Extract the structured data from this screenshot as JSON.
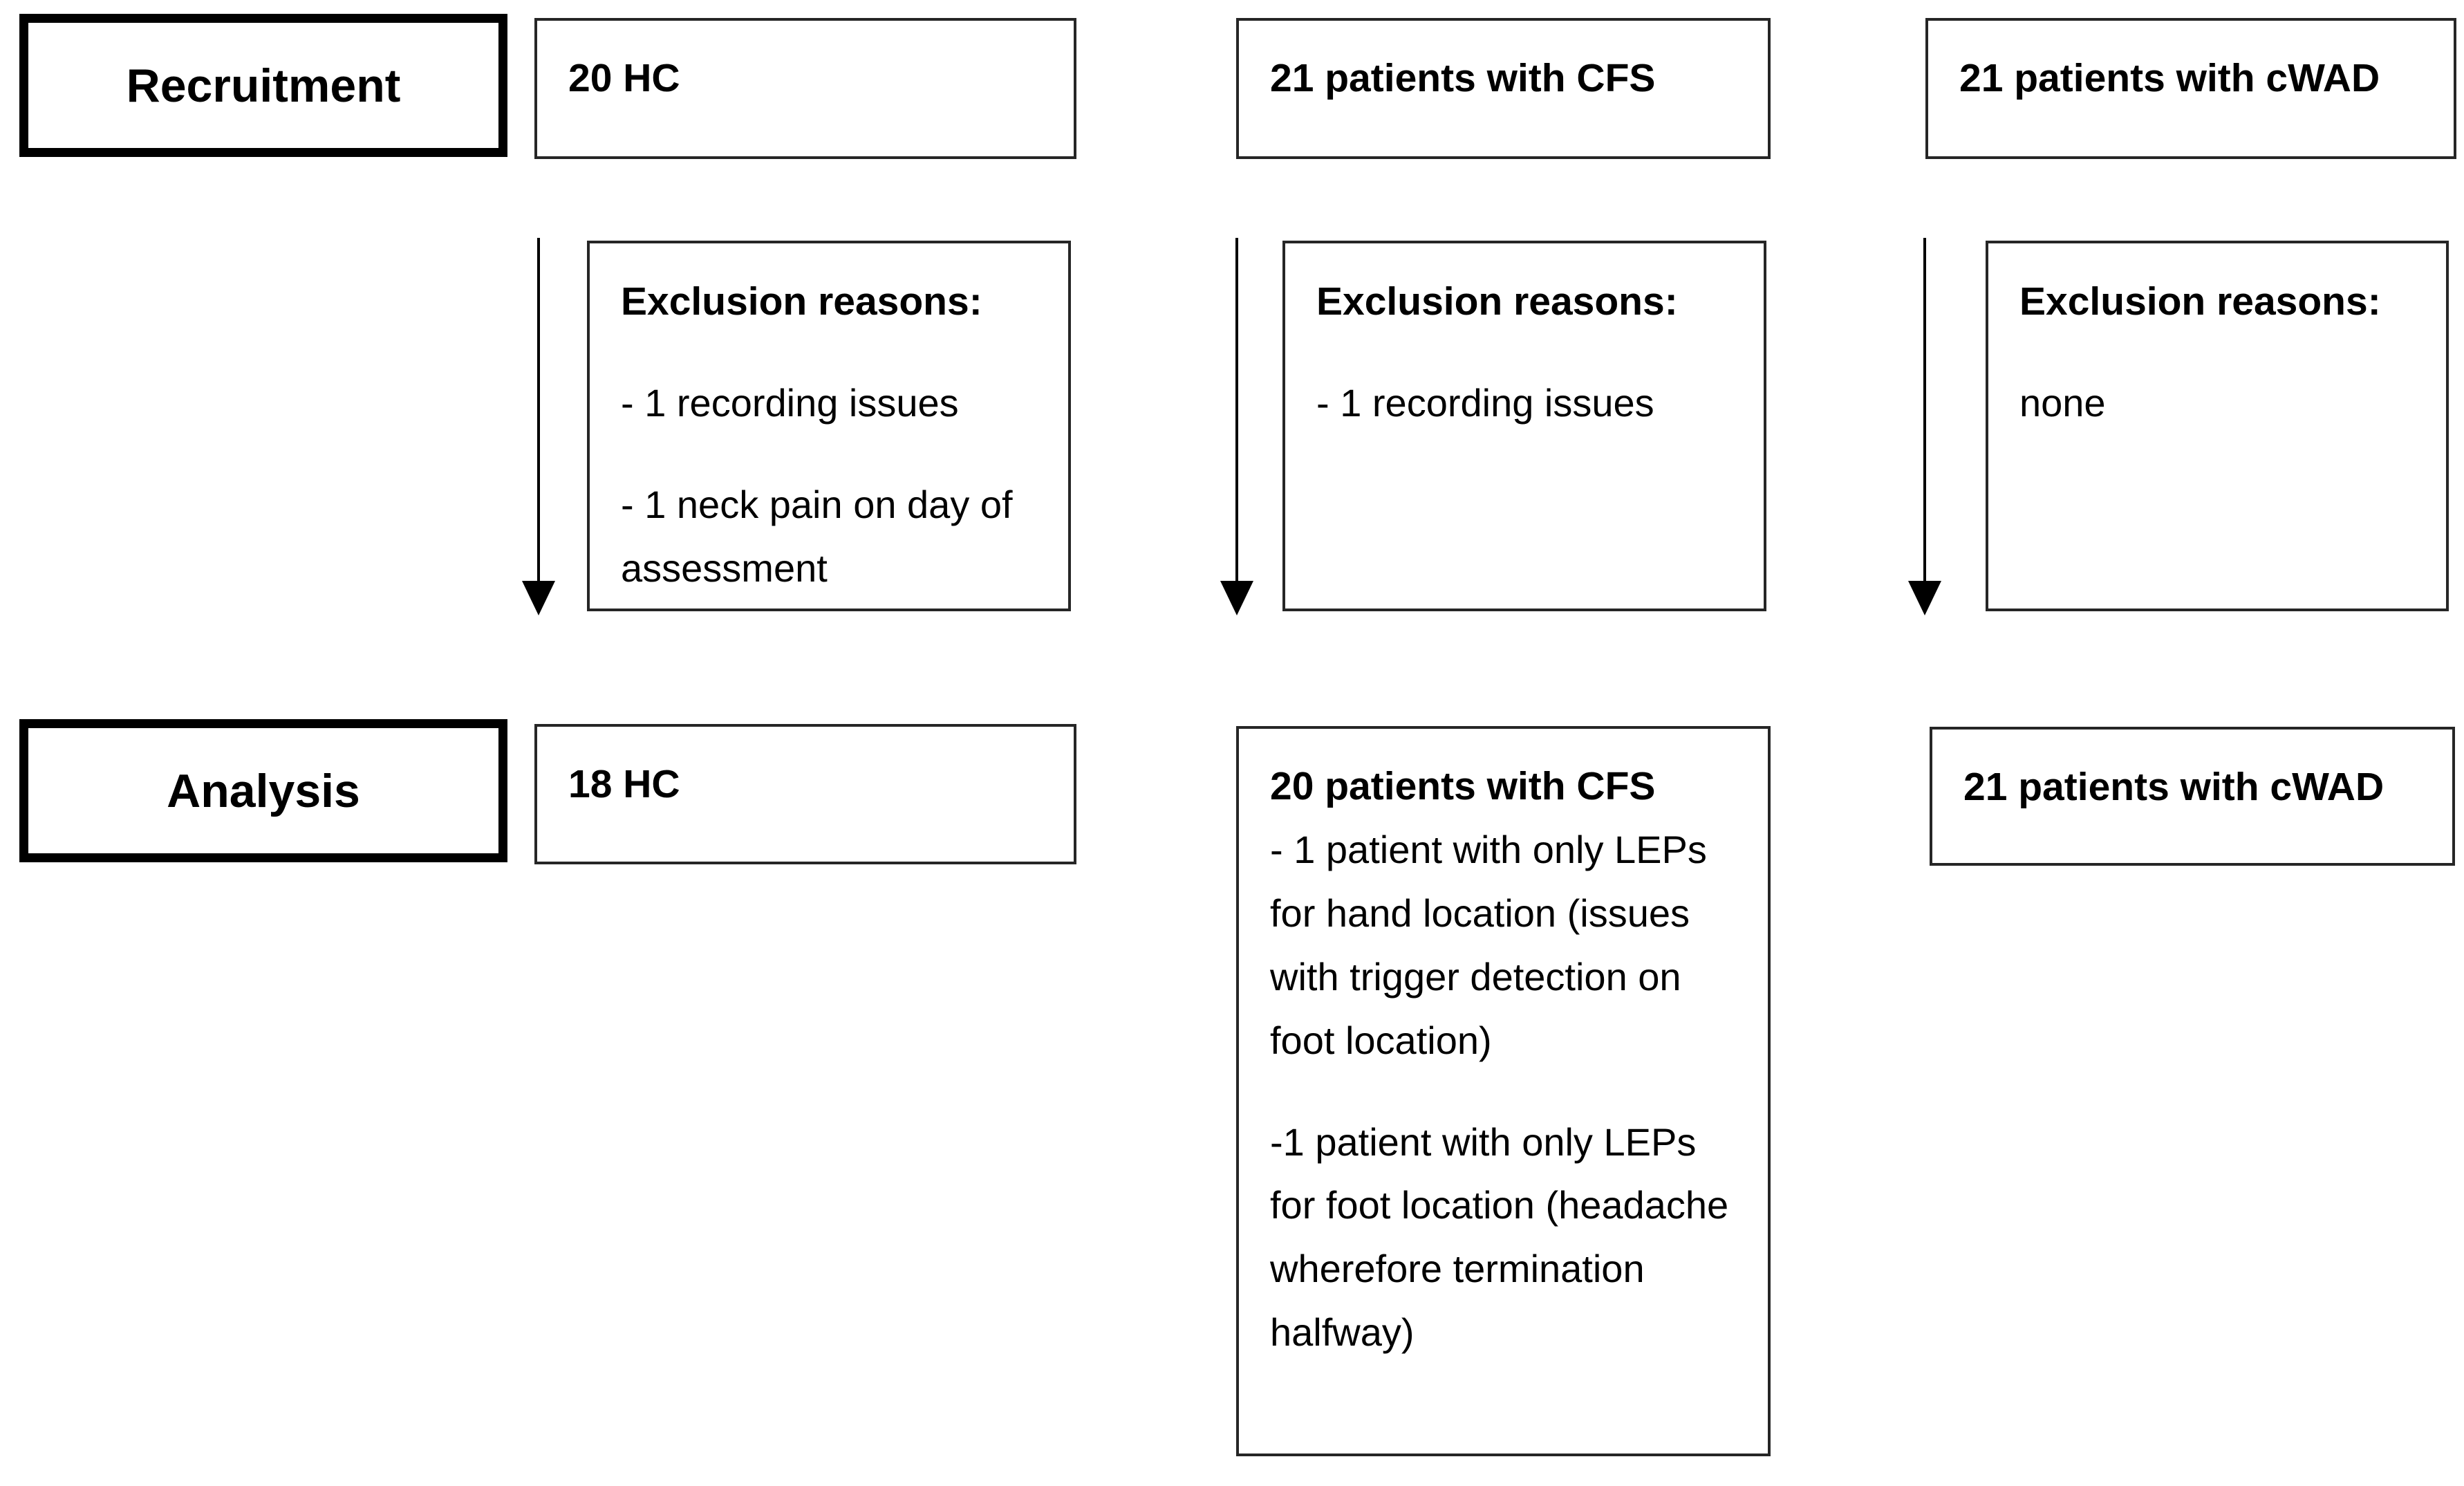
{
  "colors": {
    "ink": "#000000",
    "box_border": "#262626"
  },
  "stages": {
    "recruitment": "Recruitment",
    "analysis": "Analysis"
  },
  "recruitment_row": [
    {
      "title": "20 HC"
    },
    {
      "title": "21 patients with CFS"
    },
    {
      "title": "21 patients with cWAD"
    }
  ],
  "exclusion_row": [
    {
      "heading": "Exclusion reasons:",
      "items": [
        "- 1 recording issues",
        "- 1 neck pain on day of assessment"
      ]
    },
    {
      "heading": "Exclusion reasons:",
      "items": [
        "- 1 recording issues"
      ]
    },
    {
      "heading": "Exclusion reasons:",
      "items": [
        "none"
      ]
    }
  ],
  "analysis_row": [
    {
      "title": "18 HC",
      "notes": []
    },
    {
      "title": "20 patients with CFS",
      "notes": [
        "- 1 patient with only LEPs for hand location (issues with trigger detection on foot location)",
        "-1 patient with only LEPs for foot location (headache wherefore termination halfway)"
      ]
    },
    {
      "title": "21 patients with cWAD",
      "notes": []
    }
  ]
}
